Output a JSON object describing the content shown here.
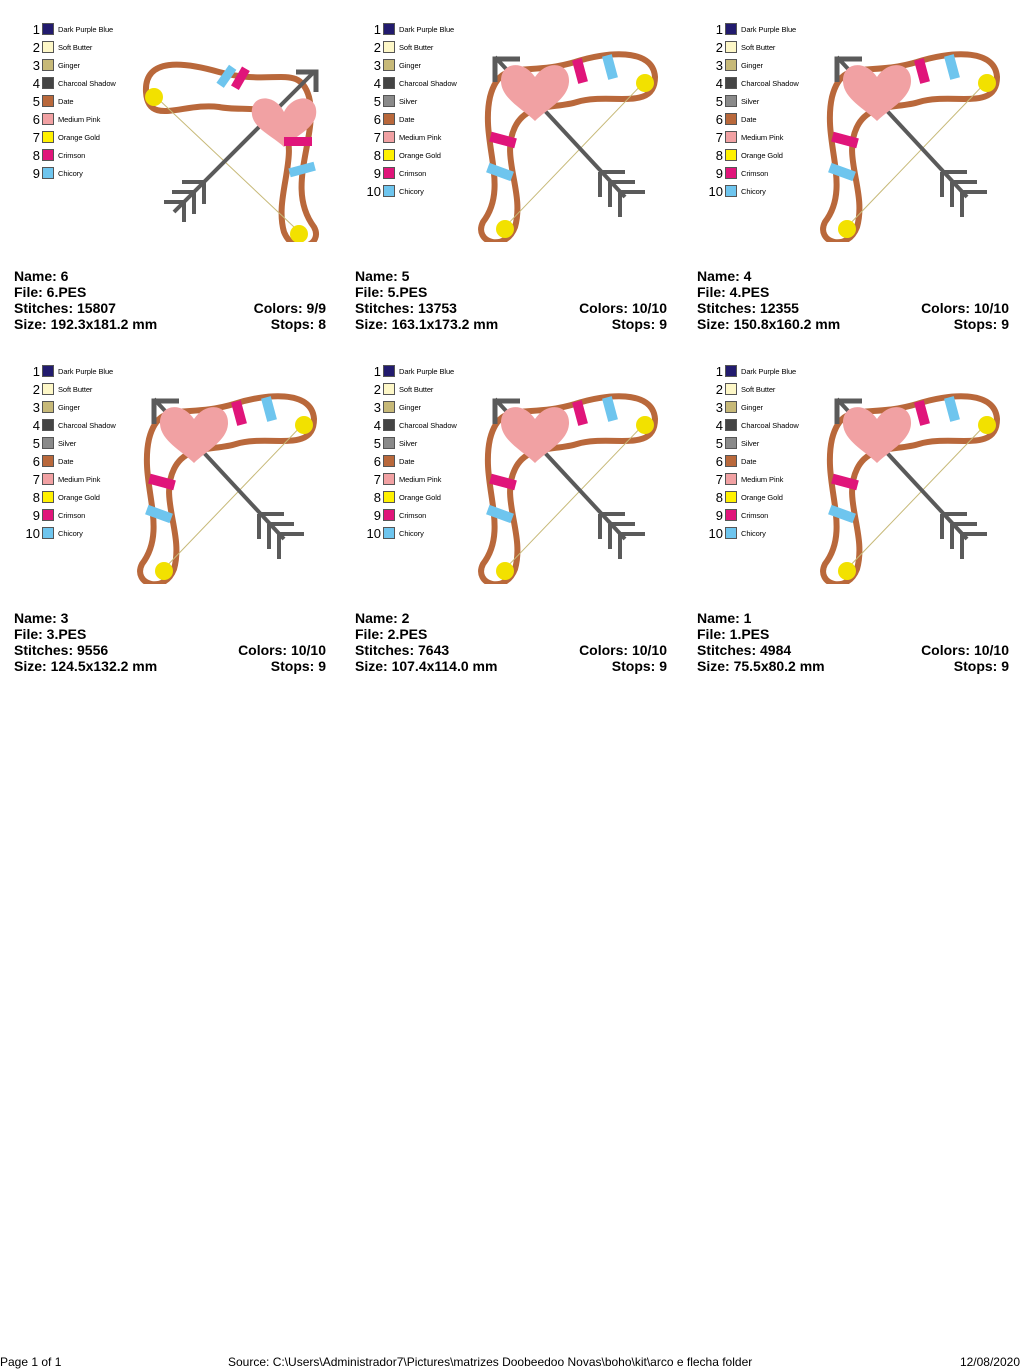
{
  "palette_9": [
    {
      "num": "1",
      "name": "Dark Purple Blue",
      "color": "#221b6e"
    },
    {
      "num": "2",
      "name": "Soft Butter",
      "color": "#fdf7c7"
    },
    {
      "num": "3",
      "name": "Ginger",
      "color": "#c7b978"
    },
    {
      "num": "4",
      "name": "Charcoal Shadow",
      "color": "#444444"
    },
    {
      "num": "5",
      "name": "Date",
      "color": "#b9683b"
    },
    {
      "num": "6",
      "name": "Medium Pink",
      "color": "#f1a1a3"
    },
    {
      "num": "7",
      "name": "Orange Gold",
      "color": "#fff100"
    },
    {
      "num": "8",
      "name": "Crimson",
      "color": "#e0157a"
    },
    {
      "num": "9",
      "name": "Chicory",
      "color": "#6ec5ee"
    }
  ],
  "palette_10": [
    {
      "num": "1",
      "name": "Dark Purple Blue",
      "color": "#221b6e"
    },
    {
      "num": "2",
      "name": "Soft Butter",
      "color": "#fdf7c7"
    },
    {
      "num": "3",
      "name": "Ginger",
      "color": "#c7b978"
    },
    {
      "num": "4",
      "name": "Charcoal Shadow",
      "color": "#444444"
    },
    {
      "num": "5",
      "name": "Silver",
      "color": "#8a8a8a"
    },
    {
      "num": "6",
      "name": "Date",
      "color": "#b9683b"
    },
    {
      "num": "7",
      "name": "Medium Pink",
      "color": "#f1a1a3"
    },
    {
      "num": "8",
      "name": "Orange Gold",
      "color": "#fff100"
    },
    {
      "num": "9",
      "name": "Crimson",
      "color": "#e0157a"
    },
    {
      "num": "10",
      "name": "Chicory",
      "color": "#6ec5ee"
    }
  ],
  "designs": [
    {
      "name": "Name: 6",
      "file": "File: 6.PES",
      "stitches": "Stitches: 15807",
      "colors": "Colors: 9/9",
      "size": "Size: 192.3x181.2 mm",
      "stops": "Stops: 8"
    },
    {
      "name": "Name: 5",
      "file": "File: 5.PES",
      "stitches": "Stitches: 13753",
      "colors": "Colors: 10/10",
      "size": "Size: 163.1x173.2 mm",
      "stops": "Stops: 9"
    },
    {
      "name": "Name: 4",
      "file": "File: 4.PES",
      "stitches": "Stitches: 12355",
      "colors": "Colors: 10/10",
      "size": "Size: 150.8x160.2 mm",
      "stops": "Stops: 9"
    },
    {
      "name": "Name: 3",
      "file": "File: 3.PES",
      "stitches": "Stitches: 9556",
      "colors": "Colors: 10/10",
      "size": "Size: 124.5x132.2 mm",
      "stops": "Stops: 9"
    },
    {
      "name": "Name: 2",
      "file": "File: 2.PES",
      "stitches": "Stitches: 7643",
      "colors": "Colors: 10/10",
      "size": "Size: 107.4x114.0 mm",
      "stops": "Stops: 9"
    },
    {
      "name": "Name: 1",
      "file": "File: 1.PES",
      "stitches": "Stitches: 4984",
      "colors": "Colors: 10/10",
      "size": "Size: 75.5x80.2 mm",
      "stops": "Stops: 9"
    }
  ],
  "footer": {
    "page": "Page 1 of 1",
    "source": "Source: C:\\Users\\Administrador7\\Pictures\\matrizes Doobeedoo Novas\\boho\\kit\\arco e flecha folder",
    "date": "12/08/2020"
  }
}
